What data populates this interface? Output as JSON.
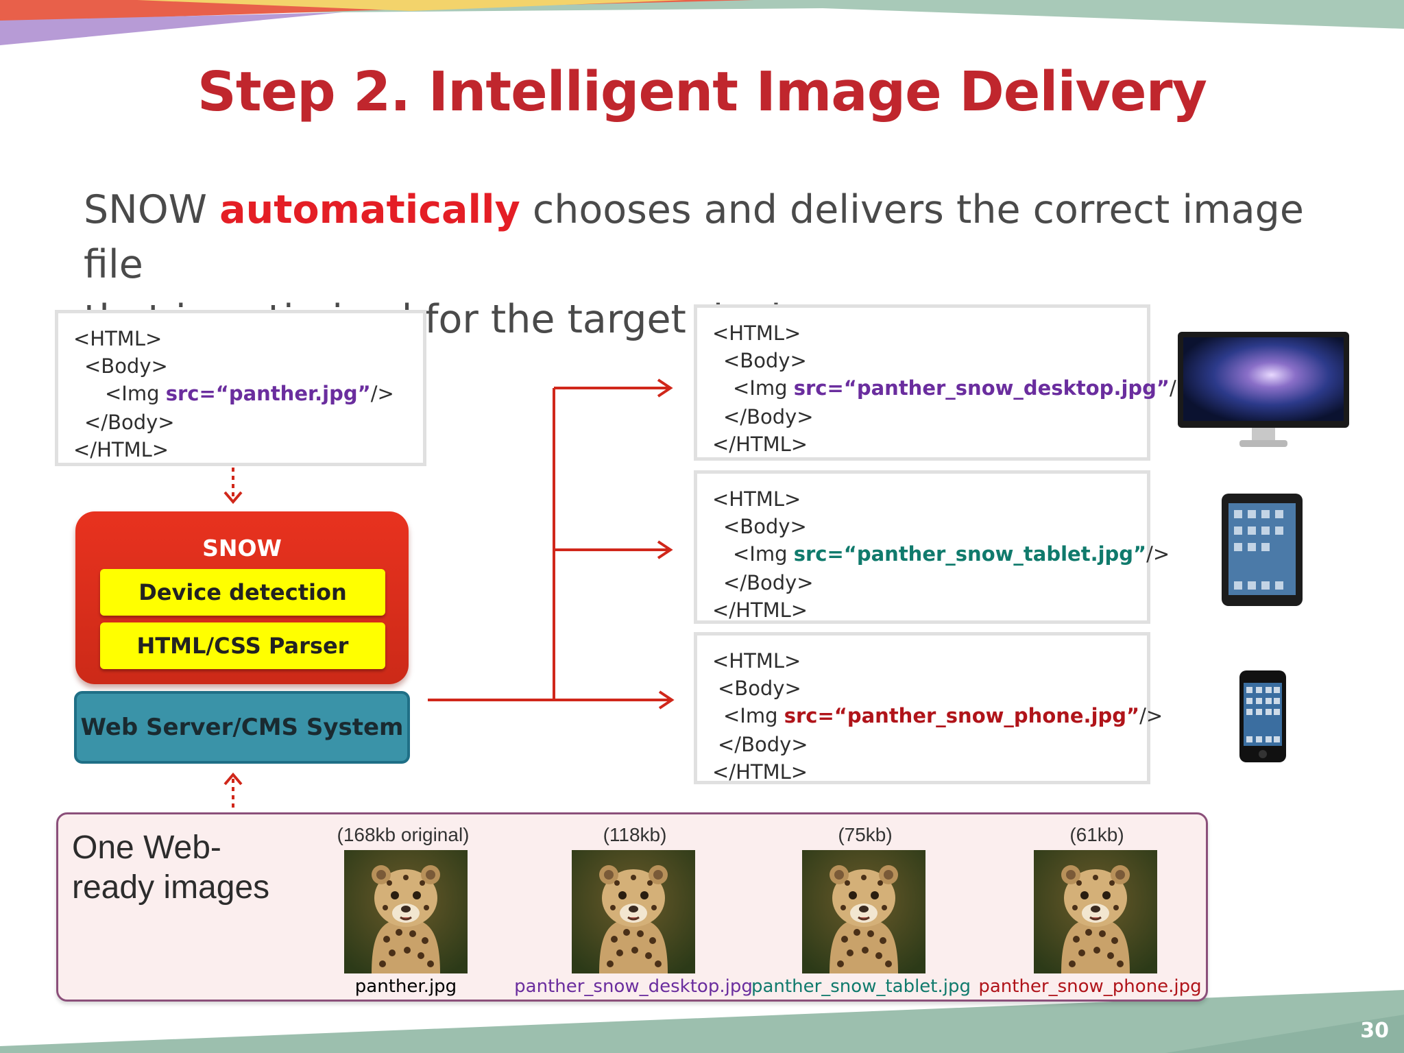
{
  "title": "Step 2. Intelligent Image Delivery",
  "subtitle": {
    "pre": "SNOW ",
    "highlight": "automatically",
    "post": " chooses and delivers the correct image file",
    "line2": "that is optimized for the target device."
  },
  "source_code": {
    "line1": "<HTML>",
    "line2": "<Body>",
    "line3_pre": "<Img ",
    "line3_src": "src=“panther.jpg”",
    "line3_post": "/>",
    "line4": "</Body>",
    "line5": "</HTML>"
  },
  "snow": {
    "label": "SNOW",
    "device_detection": "Device detection",
    "parser": "HTML/CSS Parser",
    "web_server": "Web Server/CMS System"
  },
  "outputs": [
    {
      "l1": "<HTML>",
      "l2": "<Body>",
      "pre": "<Img ",
      "src": "src=“panther_snow_desktop.jpg”",
      "post": "/>",
      "l4": "</Body>",
      "l5": "</HTML>",
      "color": "#6a2d9e"
    },
    {
      "l1": "<HTML>",
      "l2": "<Body>",
      "pre": "<Img ",
      "src": "src=“panther_snow_tablet.jpg”",
      "post": "/>",
      "l4": "</Body>",
      "l5": "</HTML>",
      "color": "#107a6c"
    },
    {
      "l1": "<HTML>",
      "l2": "<Body>",
      "pre": "<Img ",
      "src": "src=“panther_snow_phone.jpg”",
      "post": "/>",
      "l4": "</Body>",
      "l5": "</HTML>",
      "color": "#b0141a"
    }
  ],
  "devices": [
    "desktop-monitor-icon",
    "tablet-icon",
    "phone-icon"
  ],
  "images_panel": {
    "label_line1": "One Web-",
    "label_line2": "ready images",
    "images": [
      {
        "size": "(168kb original)",
        "file": "panther.jpg",
        "color": "#333333"
      },
      {
        "size": "(118kb)",
        "file": "panther_snow_desktop.jpg",
        "color": "#6a2d9e"
      },
      {
        "size": "(75kb)",
        "file": "panther_snow_tablet.jpg",
        "color": "#107a6c"
      },
      {
        "size": "(61kb)",
        "file": "panther_snow_phone.jpg",
        "color": "#b0141a"
      }
    ]
  },
  "colors": {
    "title": "#c0262d",
    "arrow": "#d0271a",
    "snow": "#e0301d",
    "yellow": "#ffff00",
    "server": "#3a93a8"
  },
  "page_number": "30"
}
